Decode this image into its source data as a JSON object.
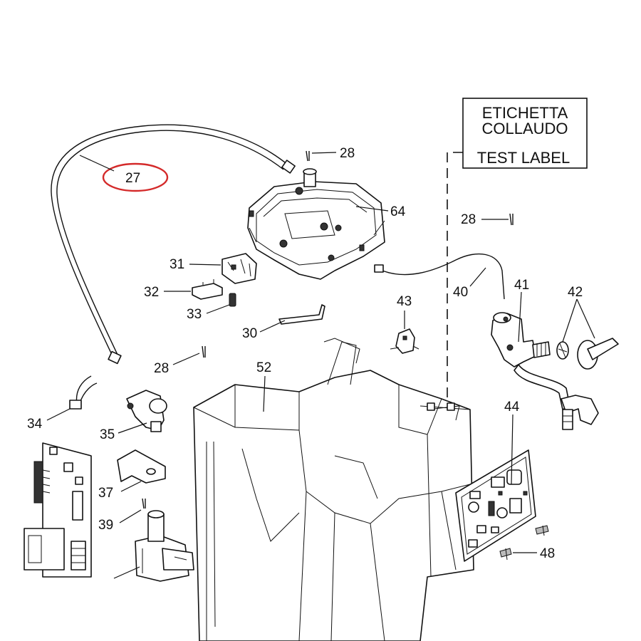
{
  "label_box": {
    "line1": "ETICHETTA",
    "line2": "COLLAUDO",
    "line3": "TEST LABEL"
  },
  "highlight": {
    "part": "27",
    "color": "#d42a2a"
  },
  "parts": [
    {
      "id": "p27",
      "number": "27"
    },
    {
      "id": "p28a",
      "number": "28"
    },
    {
      "id": "p28b",
      "number": "28"
    },
    {
      "id": "p28c",
      "number": "28"
    },
    {
      "id": "p64",
      "number": "64"
    },
    {
      "id": "p31",
      "number": "31"
    },
    {
      "id": "p32",
      "number": "32"
    },
    {
      "id": "p33",
      "number": "33"
    },
    {
      "id": "p30",
      "number": "30"
    },
    {
      "id": "p43",
      "number": "43"
    },
    {
      "id": "p40",
      "number": "40"
    },
    {
      "id": "p41",
      "number": "41"
    },
    {
      "id": "p42",
      "number": "42"
    },
    {
      "id": "p52",
      "number": "52"
    },
    {
      "id": "p34",
      "number": "34"
    },
    {
      "id": "p35",
      "number": "35"
    },
    {
      "id": "p37",
      "number": "37"
    },
    {
      "id": "p39",
      "number": "39"
    },
    {
      "id": "p44",
      "number": "44"
    },
    {
      "id": "p48",
      "number": "48"
    }
  ]
}
